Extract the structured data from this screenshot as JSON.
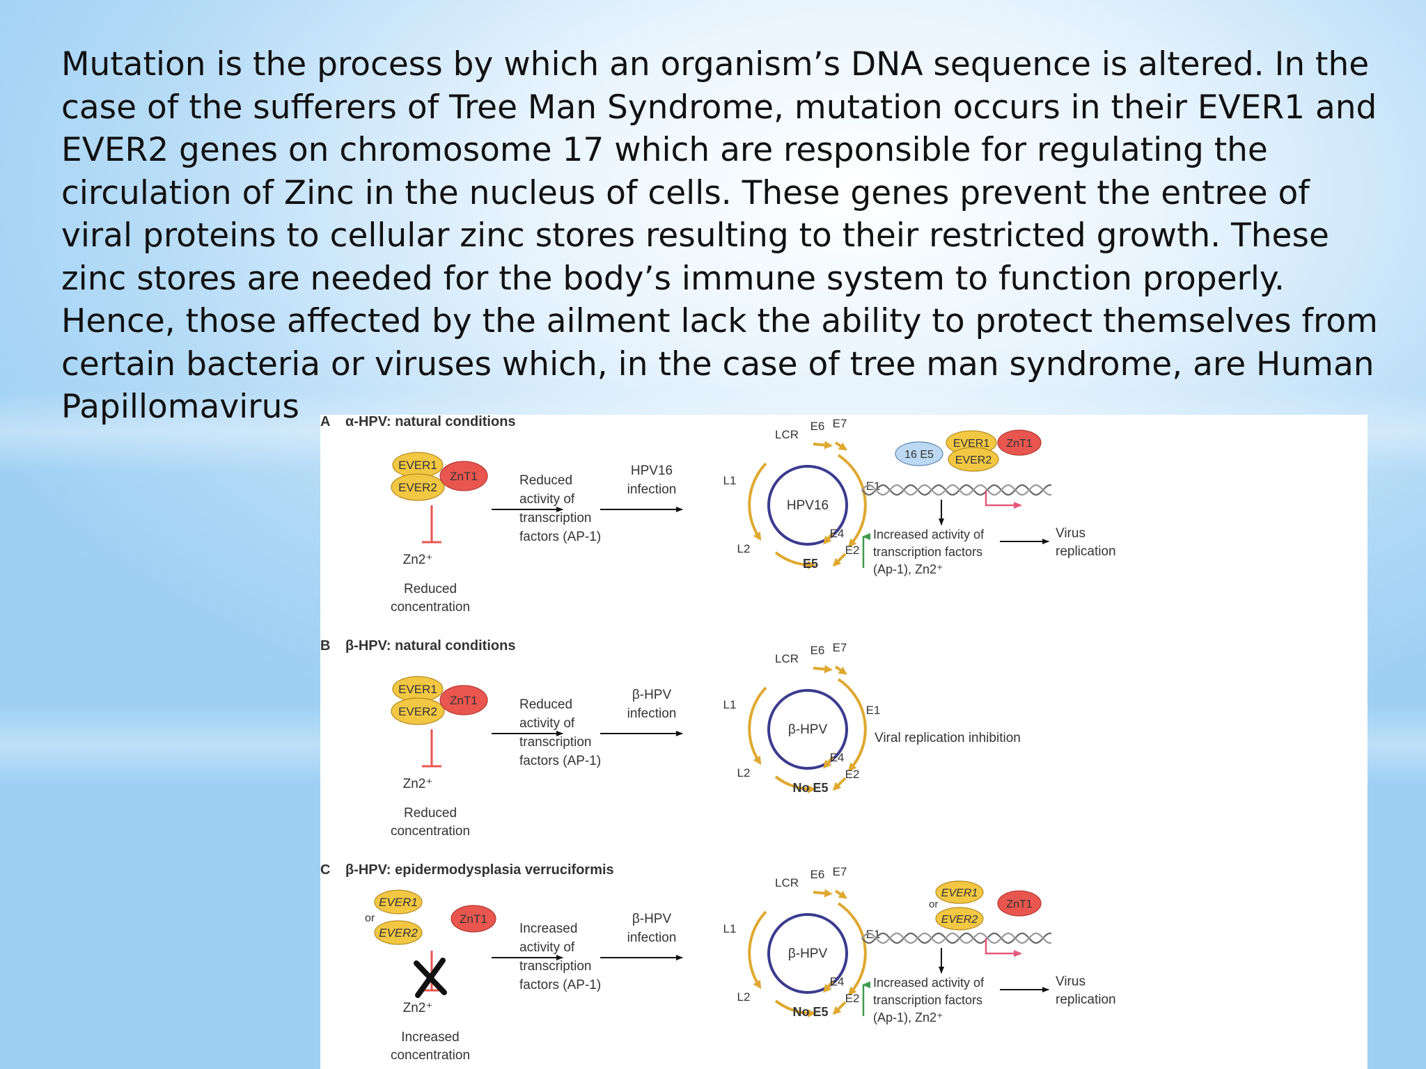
{
  "slide": {
    "paragraph_lines": [
      "Mutation is the process by which an organism’s DNA sequence is altered. In the",
      "case of the sufferers of Tree Man Syndrome, mutation occurs in their EVER1 and",
      "EVER2 genes on chromosome 17 which are responsible for regulating the",
      "circulation of Zinc in the nucleus of cells. These genes prevent the entree of",
      "viral proteins to cellular zinc stores resulting to their restricted growth. These",
      "zinc stores are needed for the body’s immune system to function properly.",
      "Hence, those affected by the ailment lack the ability to protect themselves from",
      "certain bacteria or viruses which, in the case of tree man syndrome, are Human",
      "Papillomavirus"
    ]
  },
  "colors": {
    "ever": "#f2c744",
    "znt": "#e8564f",
    "arrow_orange": "#e0a830",
    "ring": "#3b3b8f",
    "red_text": "#d63a2c",
    "green": "#3e9a4a",
    "pink": "#e8587a"
  },
  "diagram": {
    "panels": [
      {
        "letter": "A",
        "title": "α-HPV: natural conditions",
        "ever1": "EVER1",
        "ever2": "EVER2",
        "znt": "ZnT1",
        "or": "",
        "zn": "Zn2⁺",
        "conc": [
          "Reduced",
          "concentration"
        ],
        "activity": [
          "Reduced",
          "activity of",
          "transcription",
          "factors (AP-1)"
        ],
        "infection": [
          "HPV16",
          "infection"
        ],
        "virus": "HPV16",
        "genes": {
          "lcr": "LCR",
          "e6": "E6",
          "e7": "E7",
          "l1": "L1",
          "e1": "E1",
          "e4": "E4",
          "l2": "L2",
          "e2": "E2"
        },
        "e5": "E5",
        "complex": {
          "e5": "16 E5",
          "ever1": "EVER1",
          "ever2": "EVER2",
          "znt": "ZnT1",
          "or": ""
        },
        "increased": [
          "Increased activity of",
          "transcription factors",
          "(Ap-1), Zn2⁺"
        ],
        "result": [
          "Virus",
          "replication"
        ],
        "inhibition": ""
      },
      {
        "letter": "B",
        "title": "β-HPV: natural conditions",
        "ever1": "EVER1",
        "ever2": "EVER2",
        "znt": "ZnT1",
        "or": "",
        "zn": "Zn2⁺",
        "conc": [
          "Reduced",
          "concentration"
        ],
        "activity": [
          "Reduced",
          "activity of",
          "transcription",
          "factors (AP-1)"
        ],
        "infection": [
          "β-HPV",
          "infection"
        ],
        "virus": "β-HPV",
        "genes": {
          "lcr": "LCR",
          "e6": "E6",
          "e7": "E7",
          "l1": "L1",
          "e1": "E1",
          "e4": "E4",
          "l2": "L2",
          "e2": "E2"
        },
        "e5": "No E5",
        "complex": {
          "e5": "",
          "ever1": "",
          "ever2": "",
          "znt": "",
          "or": ""
        },
        "increased": [
          "",
          "",
          ""
        ],
        "result": [
          "",
          ""
        ],
        "inhibition": "Viral replication inhibition"
      },
      {
        "letter": "C",
        "title": "β-HPV: epidermodysplasia verruciformis",
        "ever1": "EVER1",
        "ever2": "EVER2",
        "znt": "ZnT1",
        "or": "or",
        "zn": "Zn2⁺",
        "conc": [
          "Increased",
          "concentration"
        ],
        "activity": [
          "Increased",
          "activity of",
          "transcription",
          "factors (AP-1)"
        ],
        "infection": [
          "β-HPV",
          "infection"
        ],
        "virus": "β-HPV",
        "genes": {
          "lcr": "LCR",
          "e6": "E6",
          "e7": "E7",
          "l1": "L1",
          "e1": "E1",
          "e4": "E4",
          "l2": "L2",
          "e2": "E2"
        },
        "e5": "No E5",
        "complex": {
          "e5": "",
          "ever1": "EVER1",
          "ever2": "EVER2",
          "znt": "ZnT1",
          "or": "or"
        },
        "increased": [
          "Increased activity of",
          "transcription factors",
          "(Ap-1), Zn2⁺"
        ],
        "result": [
          "Virus",
          "replication"
        ],
        "inhibition": ""
      }
    ]
  }
}
